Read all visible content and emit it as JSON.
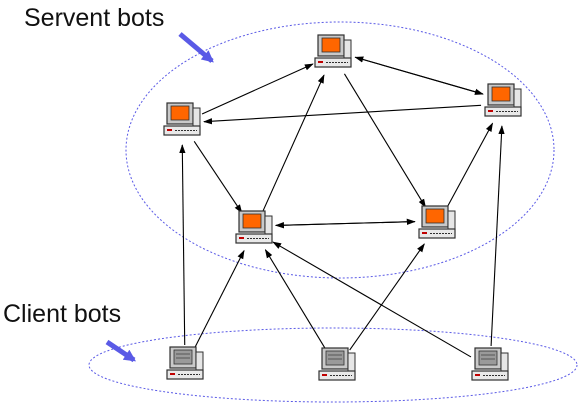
{
  "labels": {
    "servent": "Servent bots",
    "client": "Client bots"
  },
  "colors": {
    "ellipse": "#5a5ae6",
    "pointer_arrow": "#5a5ae6",
    "edge": "#000000",
    "screen": "#ff6600",
    "monitor_body": "#c9c9c9",
    "monitor_dark": "#303030"
  },
  "nodes": [
    {
      "id": "s-top",
      "group": "servent",
      "icon": "computer-icon"
    },
    {
      "id": "s-left",
      "group": "servent",
      "icon": "computer-icon"
    },
    {
      "id": "s-right",
      "group": "servent",
      "icon": "computer-icon"
    },
    {
      "id": "s-mid-left",
      "group": "servent",
      "icon": "computer-icon"
    },
    {
      "id": "s-mid-right",
      "group": "servent",
      "icon": "computer-icon"
    },
    {
      "id": "c-left",
      "group": "client",
      "icon": "computer-icon"
    },
    {
      "id": "c-mid",
      "group": "client",
      "icon": "computer-icon"
    },
    {
      "id": "c-right",
      "group": "client",
      "icon": "computer-icon"
    }
  ],
  "edges": [
    {
      "from": "s-left",
      "to": "s-top"
    },
    {
      "from": "s-top",
      "to": "s-mid-right"
    },
    {
      "from": "s-top",
      "to": "s-right"
    },
    {
      "from": "s-right",
      "to": "s-top"
    },
    {
      "from": "s-right",
      "to": "s-left"
    },
    {
      "from": "s-left",
      "to": "s-mid-left"
    },
    {
      "from": "s-mid-left",
      "to": "s-top"
    },
    {
      "from": "s-mid-left",
      "to": "s-mid-right"
    },
    {
      "from": "s-mid-right",
      "to": "s-mid-left"
    },
    {
      "from": "s-mid-right",
      "to": "s-right"
    },
    {
      "from": "c-left",
      "to": "s-left"
    },
    {
      "from": "c-left",
      "to": "s-mid-left"
    },
    {
      "from": "c-mid",
      "to": "s-mid-left"
    },
    {
      "from": "c-mid",
      "to": "s-mid-right"
    },
    {
      "from": "c-right",
      "to": "s-mid-left"
    },
    {
      "from": "c-right",
      "to": "s-right"
    }
  ]
}
